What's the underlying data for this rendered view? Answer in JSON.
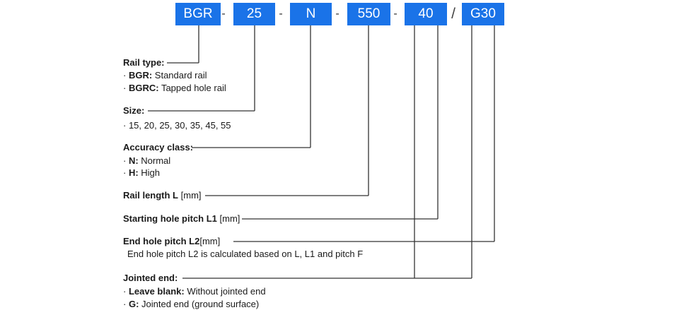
{
  "code": {
    "parts": [
      "BGR",
      "25",
      "N",
      "550",
      "40",
      "G30"
    ],
    "separators": [
      "-",
      "-",
      "-",
      "-",
      "/"
    ]
  },
  "fields": {
    "rail_type": {
      "title": "Rail type:",
      "items": [
        {
          "key": "BGR:",
          "text": " Standard rail"
        },
        {
          "key": "BGRC:",
          "text": " Tapped hole rail"
        }
      ]
    },
    "size": {
      "title": "Size:",
      "values": "15, 20, 25, 30, 35, 45, 55"
    },
    "accuracy": {
      "title": "Accuracy class:",
      "items": [
        {
          "key": "N:",
          "text": " Normal"
        },
        {
          "key": "H:",
          "text": " High"
        }
      ]
    },
    "rail_length": {
      "title": "Rail length L",
      "unit": "[mm]"
    },
    "start_pitch": {
      "title": "Starting hole pitch L1",
      "unit": "[mm]"
    },
    "end_pitch": {
      "title": "End hole pitch L2",
      "unit": "[mm]",
      "note": "End hole pitch L2 is calculated based on L, L1 and pitch F"
    },
    "jointed": {
      "title": "Jointed end:",
      "items": [
        {
          "key": "Leave blank:",
          "text": " Without jointed end"
        },
        {
          "key": "G:",
          "text": " Jointed end (ground surface)"
        }
      ]
    }
  },
  "colors": {
    "box": "#1a73e8",
    "box_text": "#ffffff",
    "line": "#333333"
  }
}
